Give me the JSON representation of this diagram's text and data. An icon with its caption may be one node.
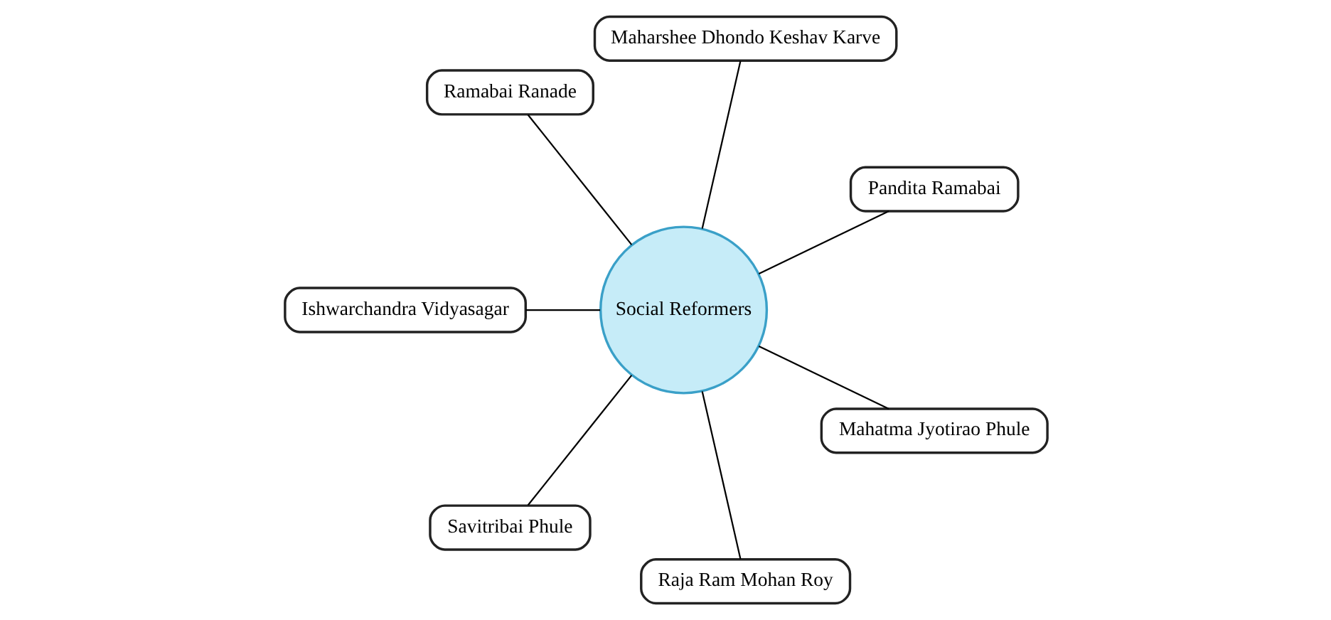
{
  "diagram": {
    "nodes": [
      {
        "text": [
          "Social Reformers"
        ]
      },
      {
        "text": [
          "Pandita Ramabai"
        ]
      },
      {
        "text": [
          "Maharshee Dhondo Keshav Karve"
        ]
      },
      {
        "text": [
          "Ramabai Ranade"
        ]
      },
      {
        "text": [
          "Ishwarchandra Vidyasagar"
        ]
      },
      {
        "text": [
          "Savitribai Phule"
        ]
      },
      {
        "text": [
          "Raja Ram Mohan Roy"
        ]
      },
      {
        "text": [
          "Mahatma Jyotirao Phule"
        ]
      }
    ],
    "edges": [
      {
        "from": 0,
        "to": 1,
        "arrow": "none"
      },
      {
        "from": 0,
        "to": 2,
        "arrow": "none"
      },
      {
        "from": 0,
        "to": 3,
        "arrow": "none"
      },
      {
        "from": 0,
        "to": 4,
        "arrow": "none"
      },
      {
        "from": 0,
        "to": 5,
        "arrow": "none"
      },
      {
        "from": 0,
        "to": 6,
        "arrow": "none"
      },
      {
        "from": 0,
        "to": 7,
        "arrow": "none"
      }
    ]
  }
}
